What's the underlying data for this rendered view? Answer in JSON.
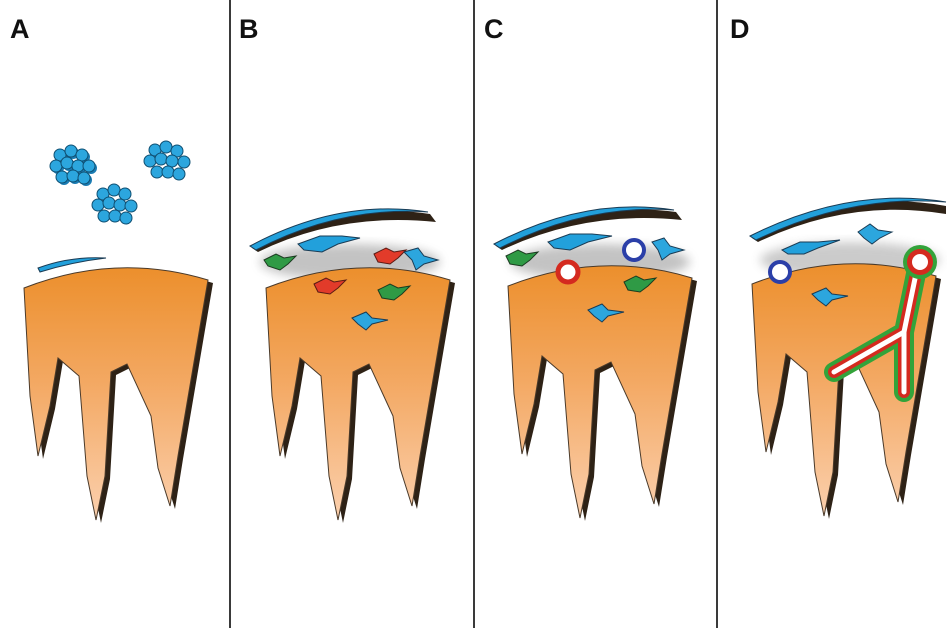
{
  "panels": [
    {
      "id": "A",
      "label": "A"
    },
    {
      "id": "B",
      "label": "B"
    },
    {
      "id": "C",
      "label": "C"
    },
    {
      "id": "D",
      "label": "D"
    }
  ],
  "colors": {
    "tooth_top": "#ec8f2c",
    "tooth_bottom": "#f9c8a4",
    "tooth_shadow": "#2e2216",
    "membrane_blue": "#22a0db",
    "star_blue": "#2ca6de",
    "star_green": "#2f9a45",
    "star_red": "#e23b2a",
    "ring_red": "#d42a1f",
    "ring_blue": "#2b3fa8",
    "canal_green": "#33a33a",
    "divider": "#3a3a3a",
    "label": "#111111"
  },
  "icons": [
    "cell-cluster-icon",
    "star-cell-icon",
    "ring-icon",
    "branching-canal-icon"
  ]
}
